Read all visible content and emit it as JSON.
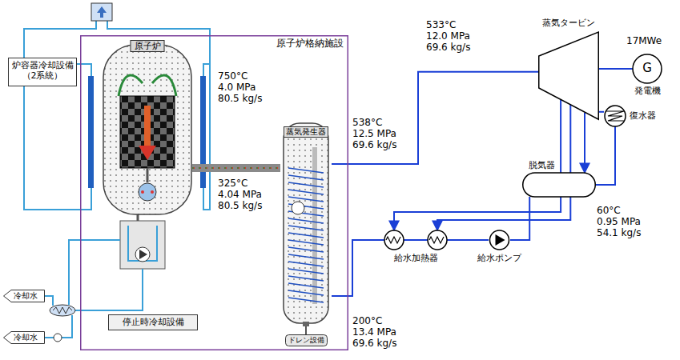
{
  "diagram": {
    "nodes": [
      {
        "text": [
          "原子炉格納施設"
        ]
      },
      {
        "text": [
          "炉容器冷却設備 （2系統）"
        ]
      },
      {
        "text": [
          "原子炉"
        ],
        "in": 0
      },
      {
        "text": [
          "蒸気発生器"
        ],
        "in": 0
      },
      {
        "text": [
          "停止時冷却設備"
        ],
        "in": 0
      },
      {
        "text": [
          "ドレン設備"
        ],
        "in": 0
      },
      {
        "text": [
          "冷却水"
        ]
      },
      {
        "text": [
          "冷却水"
        ]
      },
      {
        "text": [
          "蒸気タービン"
        ]
      },
      {
        "text": [
          "G",
          "発電機"
        ]
      },
      {
        "text": [
          "復水器"
        ]
      },
      {
        "text": [
          "脱気器"
        ]
      },
      {
        "text": [
          "給水ポンプ"
        ]
      },
      {
        "text": [
          "給水加熱器"
        ]
      }
    ],
    "edges": [
      {
        "from": 2,
        "to": 3,
        "arrow": "none"
      },
      {
        "from": 3,
        "to": 8,
        "arrow": "none"
      },
      {
        "from": 8,
        "to": 9,
        "arrow": "none"
      },
      {
        "from": 8,
        "to": 10,
        "arrow": "none"
      },
      {
        "from": 10,
        "to": 11,
        "arrow": "none"
      },
      {
        "from": 11,
        "to": 12,
        "arrow": "none"
      },
      {
        "from": 12,
        "to": 13,
        "arrow": "none"
      },
      {
        "from": 13,
        "to": 3,
        "arrow": "none"
      },
      {
        "from": 8,
        "to": 13,
        "arrow": "to"
      },
      {
        "from": 8,
        "to": 13,
        "arrow": "to"
      },
      {
        "from": 8,
        "to": 11,
        "arrow": "to"
      },
      {
        "from": 3,
        "to": 5,
        "arrow": "none"
      }
    ],
    "labels": [
      "750°C",
      "4.0 MPa",
      "80.5 kg/s",
      "325°C",
      "4.04 MPa",
      "80.5 kg/s",
      "538°C",
      "12.5 MPa",
      "69.6 kg/s",
      "533°C",
      "12.0 MPa",
      "69.6 kg/s",
      "17MWe",
      "60°C",
      "0.95 MPa",
      "54.1 kg/s",
      "200°C",
      "13.4 MPa",
      "69.6 kg/s"
    ]
  }
}
